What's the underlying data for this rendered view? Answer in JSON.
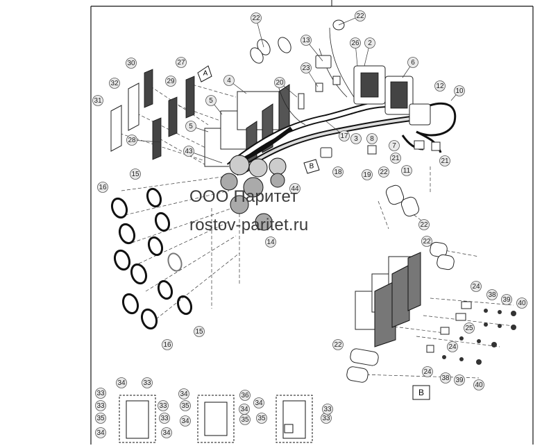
{
  "watermark": {
    "line1": "ООО Паритет",
    "line2": "rostov-paritet.ru"
  },
  "view_labels": {
    "a": "A",
    "b": "B",
    "b_box": "B"
  },
  "callouts": [
    "22",
    "22",
    "13",
    "26",
    "2",
    "6",
    "23",
    "20",
    "12",
    "10",
    "30",
    "27",
    "4",
    "32",
    "29",
    "5",
    "31",
    "5",
    "28",
    "17",
    "3",
    "8",
    "7",
    "21",
    "11",
    "21",
    "43",
    "18",
    "19",
    "22",
    "44",
    "22",
    "15",
    "16",
    "14",
    "22",
    "24",
    "38",
    "39",
    "40",
    "25",
    "24",
    "15",
    "16",
    "22",
    "24",
    "38",
    "39",
    "40",
    "33",
    "34",
    "33",
    "36",
    "34",
    "34",
    "33",
    "35",
    "35",
    "33",
    "34",
    "33",
    "35",
    "33",
    "35",
    "33",
    "34",
    "34",
    "34"
  ]
}
